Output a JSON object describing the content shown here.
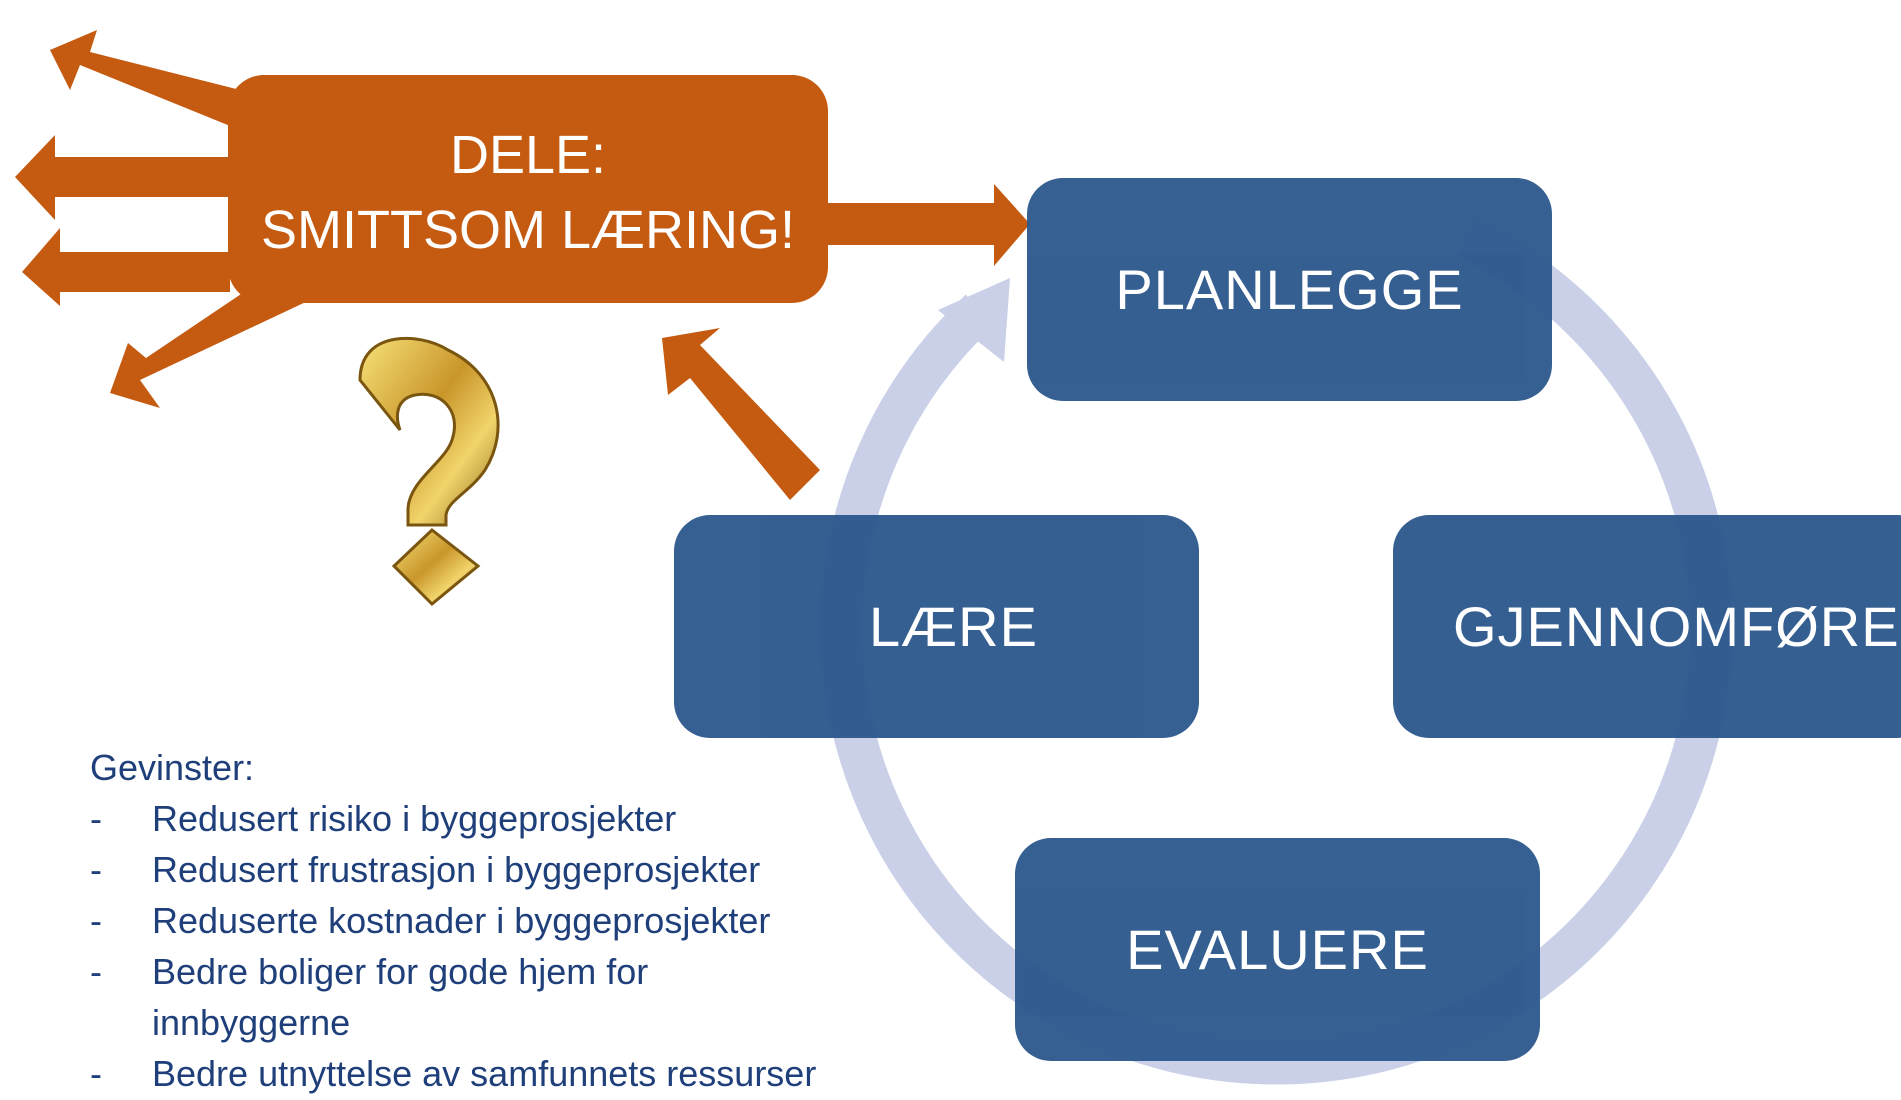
{
  "header": {
    "title_fragment": ""
  },
  "cycle": {
    "stages": [
      {
        "id": "planlegge",
        "label": "PLANLEGGE"
      },
      {
        "id": "gjennomfore",
        "label": "GJENNOMFØRE"
      },
      {
        "id": "evaluere",
        "label": "EVALUERE"
      },
      {
        "id": "laere",
        "label": "LÆRE"
      }
    ]
  },
  "share": {
    "line1": "DELE:",
    "line2": "SMITTSOM LÆRING!"
  },
  "benefits": {
    "heading": "Gevinster:",
    "bullet": "-",
    "items": [
      "Redusert risiko i byggeprosjekter",
      "Redusert frustrasjon i byggeprosjekter",
      "Reduserte kostnader i byggeprosjekter",
      "Bedre boliger for gode hjem for innbyggerne",
      "Bedre utnyttelse av samfunnets ressurser"
    ]
  },
  "colors": {
    "stage_fill": "#2f5a8e",
    "cycle_ring": "#c9d0e7",
    "share_orange": "#c55a11",
    "benefit_text": "#1f3f7a",
    "question_gold": "#d4a93a"
  },
  "icons": [
    "question-mark-icon",
    "outgoing-arrow-icon",
    "cycle-arrow-icon"
  ]
}
